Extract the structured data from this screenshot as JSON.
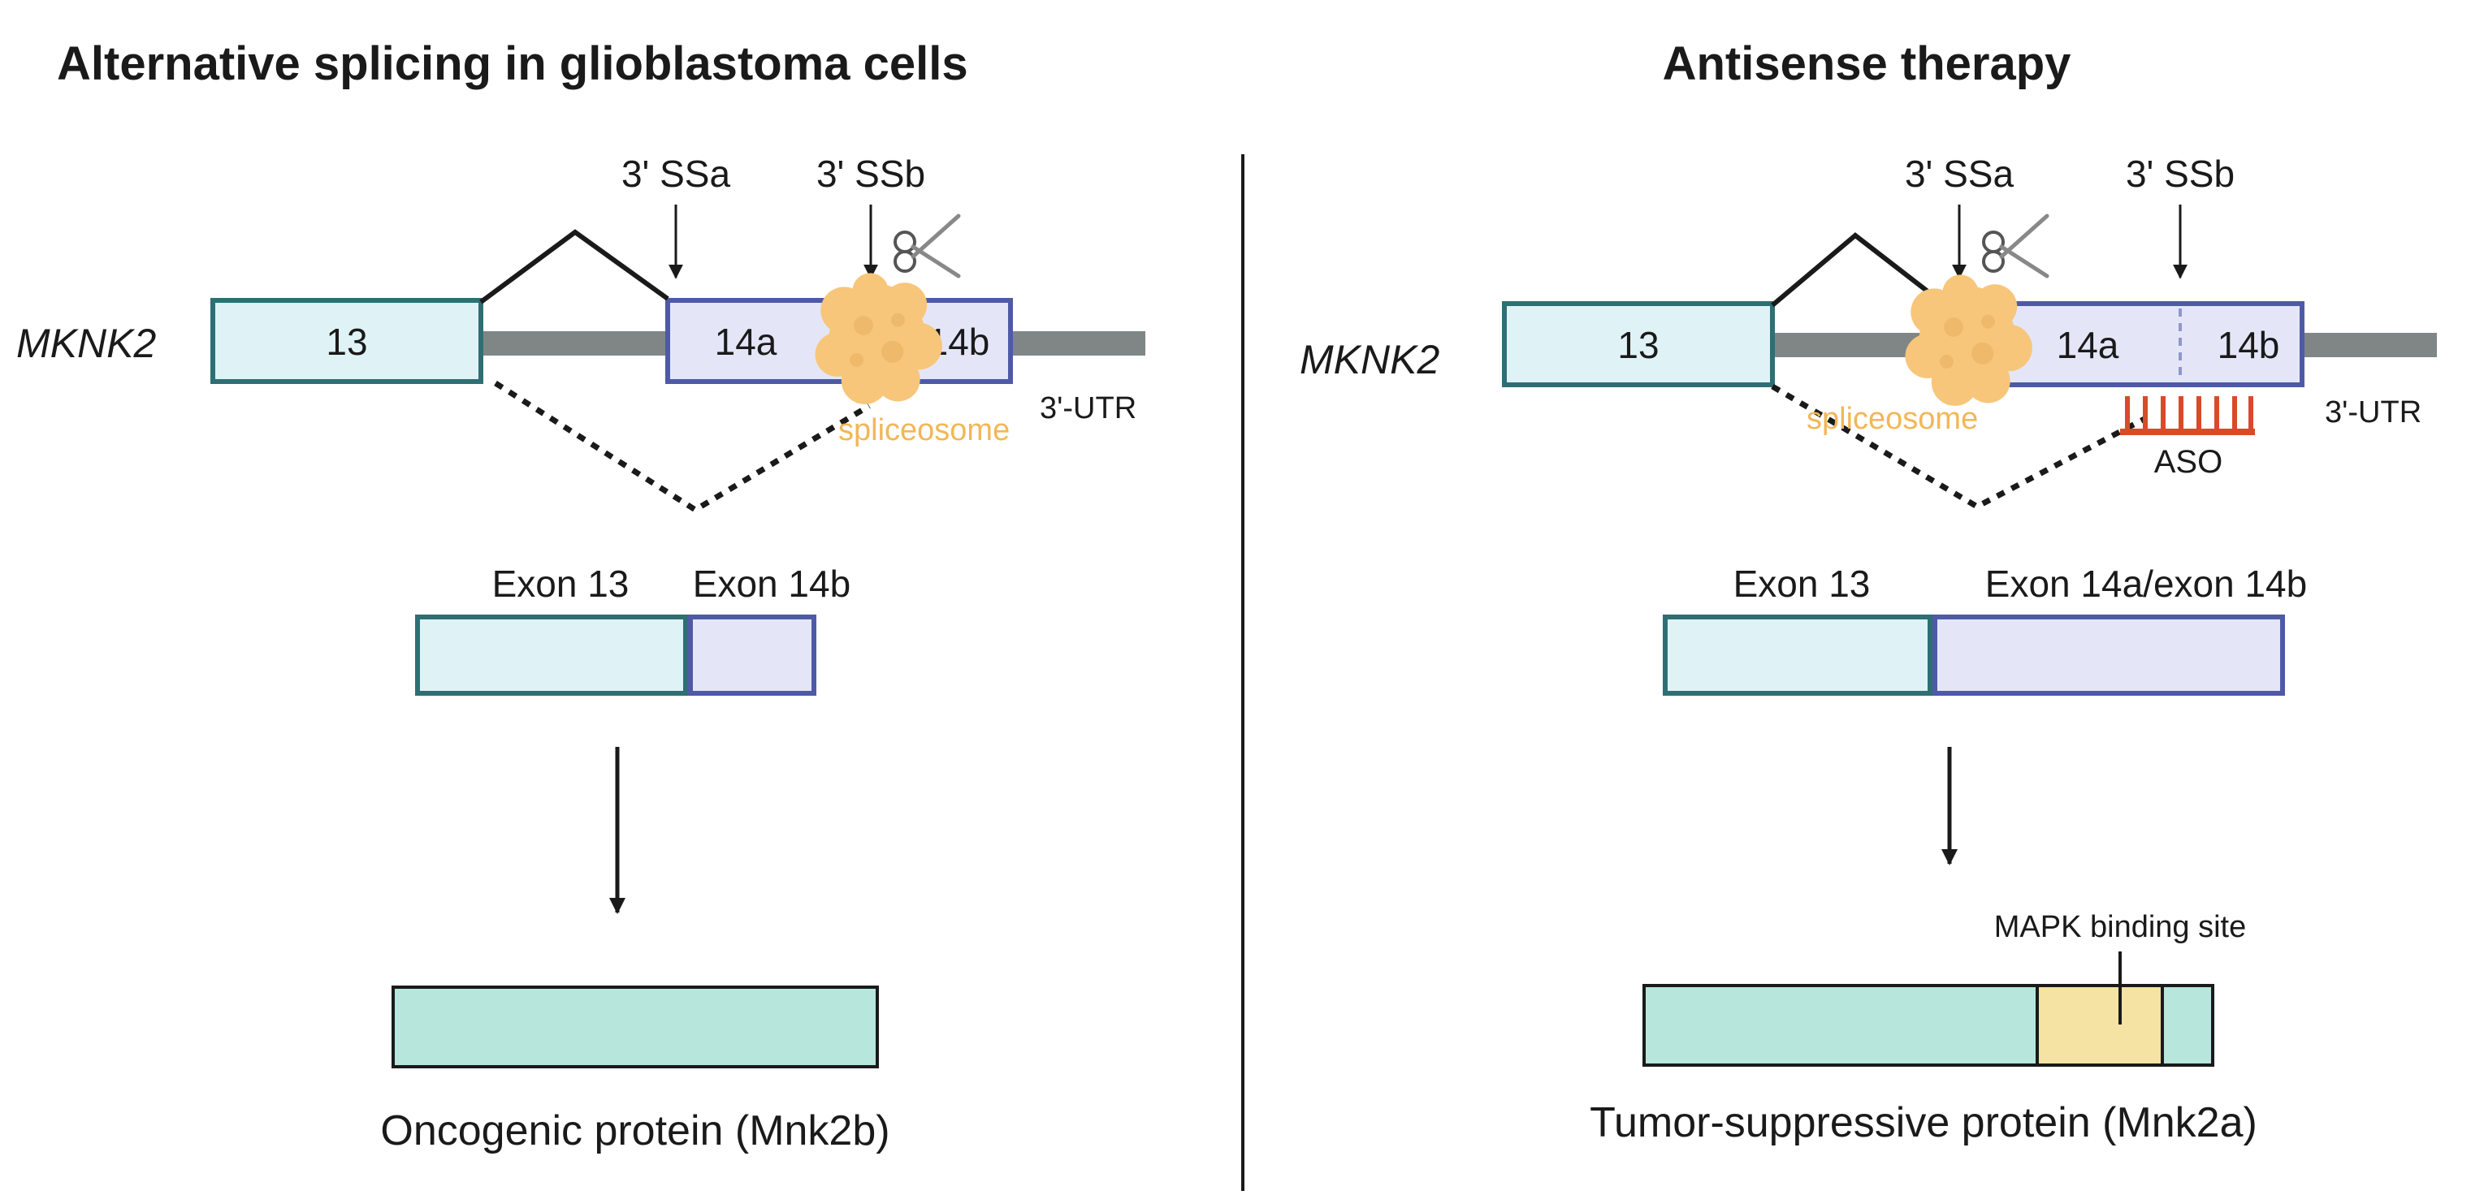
{
  "colors": {
    "exon13_fill": "#dff3f6",
    "exon13_stroke": "#2e6f74",
    "exon14_fill": "#e4e6f8",
    "exon14_stroke": "#4e5aa6",
    "intron": "#808686",
    "protein_fill": "#b6e6dc",
    "mapk_fill": "#f4e3a2",
    "spliceosome": "#f7c67a",
    "aso": "#d94a2a"
  },
  "left": {
    "title": "Alternative splicing in glioblastoma cells",
    "gene": "MKNK2",
    "ssa": "3' SSa",
    "ssb": "3' SSb",
    "exon13": "13",
    "exon14a": "14a",
    "exon14b": "14b",
    "utr": "3'-UTR",
    "spliceosome": "spliceosome",
    "mrna_exon13": "Exon 13",
    "mrna_exon14": "Exon 14b",
    "protein": "Oncogenic protein (Mnk2b)"
  },
  "right": {
    "title": "Antisense therapy",
    "gene": "MKNK2",
    "ssa": "3' SSa",
    "ssb": "3' SSb",
    "exon13": "13",
    "exon14a": "14a",
    "exon14b": "14b",
    "utr": "3'-UTR",
    "spliceosome": "spliceosome",
    "aso": "ASO",
    "mrna_exon13": "Exon 13",
    "mrna_exon14": "Exon 14a/exon 14b",
    "site": "MAPK binding site",
    "protein": "Tumor-suppressive protein (Mnk2a)"
  }
}
